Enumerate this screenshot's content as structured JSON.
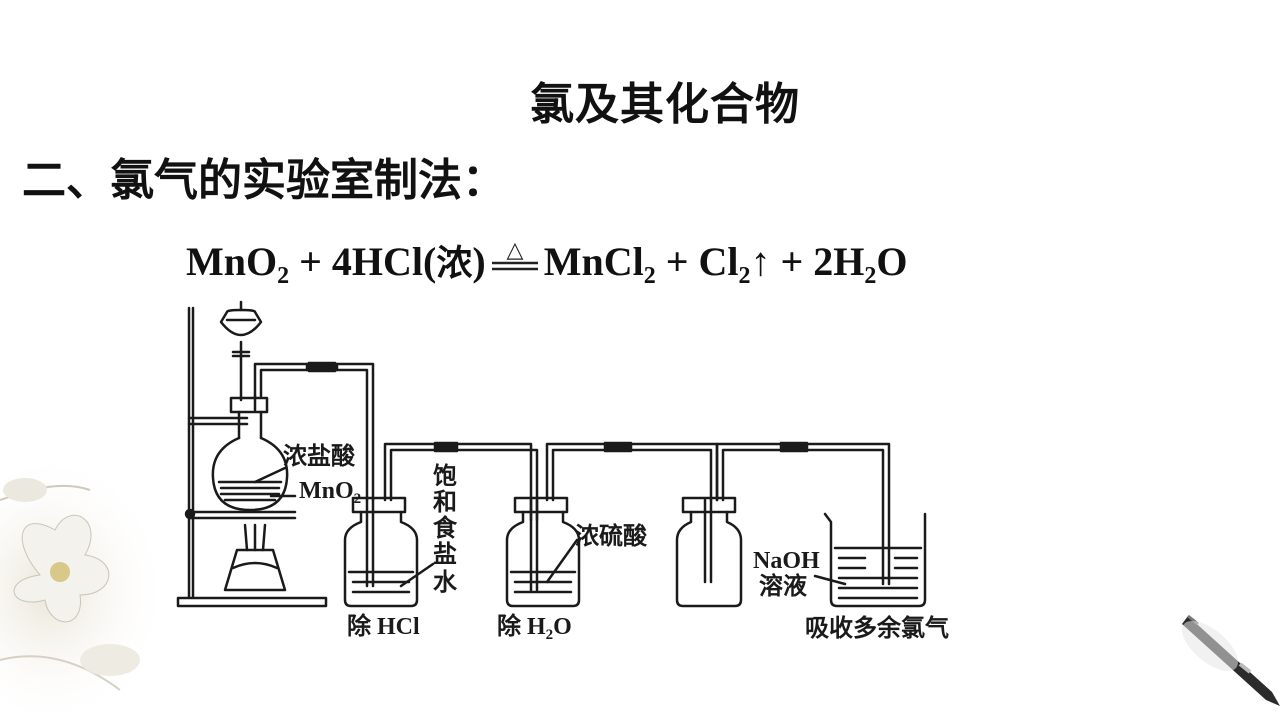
{
  "slide": {
    "title": "氯及其化合物",
    "subtitle": "二、氯气的实验室制法："
  },
  "equation": {
    "reactant1": "MnO",
    "reactant1_sub": "2",
    "plus1": " + ",
    "reactant2": "4HCl(",
    "reactant2_cn": "浓",
    "reactant2_close": ")",
    "condition": "△",
    "product1": "MnCl",
    "product1_sub": "2",
    "plus2": " + ",
    "product2": "Cl",
    "product2_sub": "2",
    "gas_arrow": "↑",
    "plus3": " + ",
    "product3_a": "2H",
    "product3_sub": "2",
    "product3_b": "O"
  },
  "apparatus": {
    "label_conc_hcl": "浓盐酸",
    "label_mno2": "MnO",
    "label_mno2_sub": "2",
    "label_sat_salt_1": "饱",
    "label_sat_salt_2": "和",
    "label_sat_salt_3": "食",
    "label_sat_salt_4": "盐",
    "label_sat_salt_5": "水",
    "label_conc_h2so4": "浓硫酸",
    "label_naoh_1": "NaOH",
    "label_naoh_2": "溶液",
    "caption_remove_hcl": "除 HCl",
    "caption_remove_h2o_a": "除 H",
    "caption_remove_h2o_sub": "2",
    "caption_remove_h2o_b": "O",
    "caption_absorb": "吸收多余氯气"
  }
}
